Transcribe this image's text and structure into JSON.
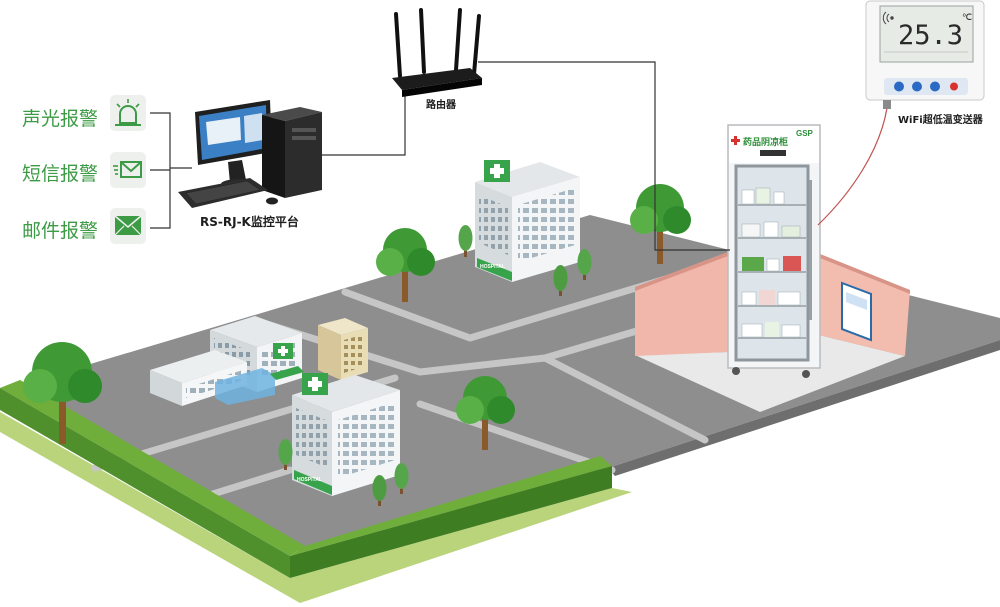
{
  "diagram": {
    "alarms": [
      {
        "label": "声光报警",
        "icon": "alarm-light-icon"
      },
      {
        "label": "短信报警",
        "icon": "sms-icon"
      },
      {
        "label": "邮件报警",
        "icon": "mail-icon"
      }
    ],
    "platform_label": "RS-RJ-K监控平台",
    "router_label": "路由器",
    "sensor": {
      "label": "WiFi超低温变送器",
      "reading": "25.3",
      "unit": "℃"
    },
    "fridge": {
      "name": "药品阴凉柜",
      "badge": "GSP"
    },
    "hospital_sign": "HOSPITAL"
  },
  "colors": {
    "alarm_green": "#3d9b45",
    "ground_gray": "#8e8e8e",
    "road_light": "#c6c6c6",
    "hedge_green": "#4f8f2c",
    "wall_pink": "#f0b7aa",
    "cross_green": "#37a34a"
  }
}
